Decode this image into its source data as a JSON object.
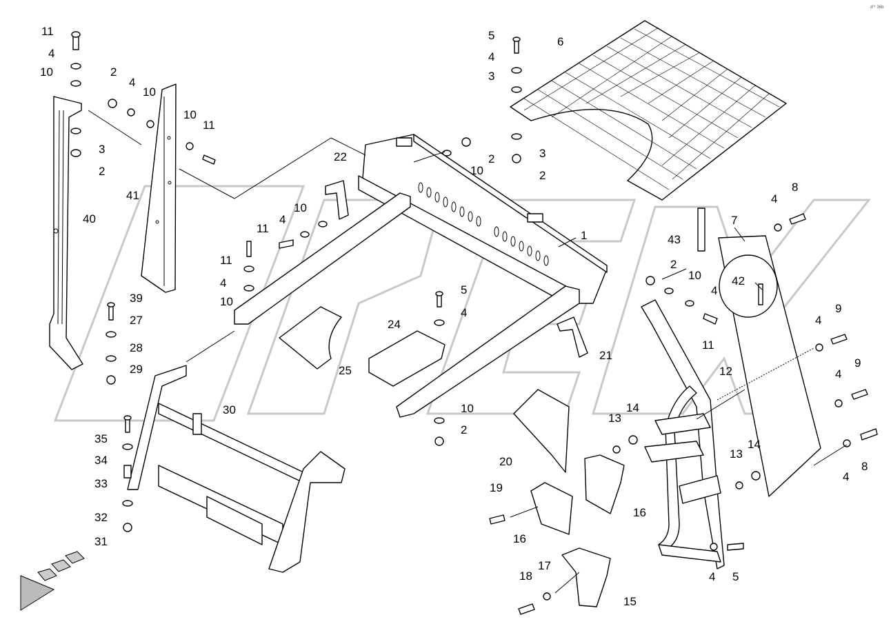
{
  "corner_mark": "d⁰¹ 36b",
  "callouts": [
    {
      "id": "c1",
      "text": "11"
    },
    {
      "id": "c2",
      "text": "4"
    },
    {
      "id": "c3",
      "text": "10"
    },
    {
      "id": "c4",
      "text": "3"
    },
    {
      "id": "c5",
      "text": "2"
    },
    {
      "id": "c6",
      "text": "40"
    },
    {
      "id": "c7",
      "text": "2"
    },
    {
      "id": "c8",
      "text": "4"
    },
    {
      "id": "c9",
      "text": "10"
    },
    {
      "id": "c10",
      "text": "10"
    },
    {
      "id": "c11",
      "text": "11"
    },
    {
      "id": "c12",
      "text": "41"
    },
    {
      "id": "c13",
      "text": "22"
    },
    {
      "id": "c14",
      "text": "10"
    },
    {
      "id": "c15",
      "text": "4"
    },
    {
      "id": "c16",
      "text": "11"
    },
    {
      "id": "c17",
      "text": "11"
    },
    {
      "id": "c18",
      "text": "4"
    },
    {
      "id": "c19",
      "text": "10"
    },
    {
      "id": "c20",
      "text": "39"
    },
    {
      "id": "c21",
      "text": "27"
    },
    {
      "id": "c22",
      "text": "28"
    },
    {
      "id": "c23",
      "text": "29"
    },
    {
      "id": "c24",
      "text": "30"
    },
    {
      "id": "c25",
      "text": "35"
    },
    {
      "id": "c26",
      "text": "34"
    },
    {
      "id": "c27",
      "text": "33"
    },
    {
      "id": "c28",
      "text": "32"
    },
    {
      "id": "c29",
      "text": "31"
    },
    {
      "id": "c30",
      "text": "25"
    },
    {
      "id": "c31",
      "text": "5"
    },
    {
      "id": "c32",
      "text": "4"
    },
    {
      "id": "c33",
      "text": "3"
    },
    {
      "id": "c34",
      "text": "6"
    },
    {
      "id": "c35",
      "text": "3"
    },
    {
      "id": "c36",
      "text": "2"
    },
    {
      "id": "c37",
      "text": "10"
    },
    {
      "id": "c38",
      "text": "2"
    },
    {
      "id": "c39",
      "text": "1"
    },
    {
      "id": "c40",
      "text": "5"
    },
    {
      "id": "c41",
      "text": "4"
    },
    {
      "id": "c42",
      "text": "24"
    },
    {
      "id": "c43",
      "text": "21"
    },
    {
      "id": "c44",
      "text": "10"
    },
    {
      "id": "c45",
      "text": "2"
    },
    {
      "id": "c46",
      "text": "43"
    },
    {
      "id": "c47",
      "text": "7"
    },
    {
      "id": "c48",
      "text": "4"
    },
    {
      "id": "c49",
      "text": "8"
    },
    {
      "id": "c50",
      "text": "2"
    },
    {
      "id": "c51",
      "text": "10"
    },
    {
      "id": "c52",
      "text": "4"
    },
    {
      "id": "c53",
      "text": "11"
    },
    {
      "id": "c54",
      "text": "42"
    },
    {
      "id": "c55",
      "text": "4"
    },
    {
      "id": "c56",
      "text": "9"
    },
    {
      "id": "c57",
      "text": "12"
    },
    {
      "id": "c58",
      "text": "4"
    },
    {
      "id": "c59",
      "text": "9"
    },
    {
      "id": "c60",
      "text": "13"
    },
    {
      "id": "c61",
      "text": "14"
    },
    {
      "id": "c62",
      "text": "20"
    },
    {
      "id": "c63",
      "text": "19"
    },
    {
      "id": "c64",
      "text": "16"
    },
    {
      "id": "c65",
      "text": "16"
    },
    {
      "id": "c66",
      "text": "13"
    },
    {
      "id": "c67",
      "text": "14"
    },
    {
      "id": "c68",
      "text": "4"
    },
    {
      "id": "c69",
      "text": "8"
    },
    {
      "id": "c70",
      "text": "17"
    },
    {
      "id": "c71",
      "text": "18"
    },
    {
      "id": "c72",
      "text": "15"
    },
    {
      "id": "c73",
      "text": "4"
    },
    {
      "id": "c74",
      "text": "5"
    }
  ]
}
